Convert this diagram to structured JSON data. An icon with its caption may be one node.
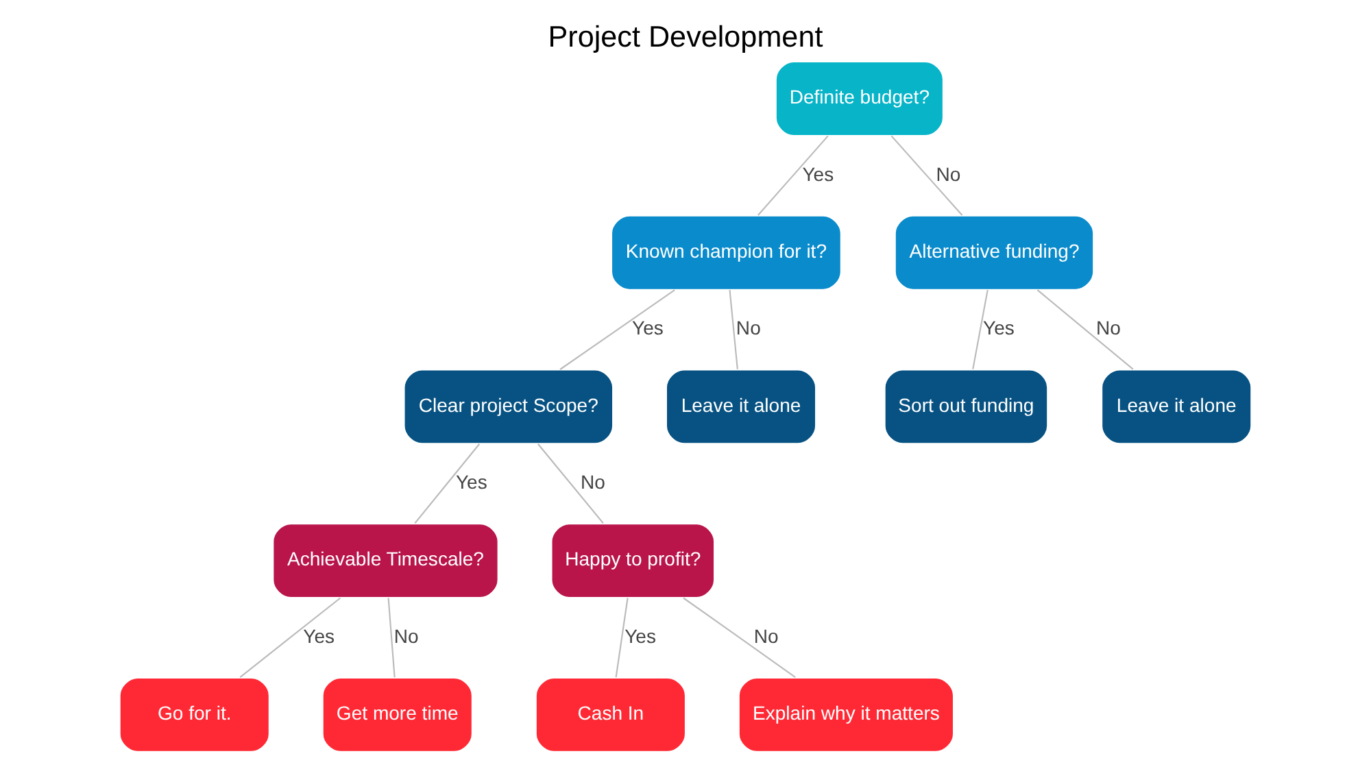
{
  "diagram": {
    "title": "Project Development",
    "nodes": [
      {
        "text": [
          "Definite budget?"
        ]
      },
      {
        "text": [
          "Known champion for it?"
        ]
      },
      {
        "text": [
          "Alternative funding?"
        ]
      },
      {
        "text": [
          "Clear project Scope?"
        ]
      },
      {
        "text": [
          "Leave it alone"
        ]
      },
      {
        "text": [
          "Sort out funding"
        ]
      },
      {
        "text": [
          "Leave it alone"
        ]
      },
      {
        "text": [
          "Achievable Timescale?"
        ]
      },
      {
        "text": [
          "Happy to profit?"
        ]
      },
      {
        "text": [
          "Go for it."
        ]
      },
      {
        "text": [
          "Get more time"
        ]
      },
      {
        "text": [
          "Cash In"
        ]
      },
      {
        "text": [
          "Explain why it matters"
        ]
      }
    ],
    "edges": [
      {
        "from": 0,
        "to": 1,
        "arrow": "none",
        "label": "Yes"
      },
      {
        "from": 0,
        "to": 2,
        "arrow": "none",
        "label": "No"
      },
      {
        "from": 1,
        "to": 3,
        "arrow": "none",
        "label": "Yes"
      },
      {
        "from": 1,
        "to": 4,
        "arrow": "none",
        "label": "No"
      },
      {
        "from": 2,
        "to": 5,
        "arrow": "none",
        "label": "Yes"
      },
      {
        "from": 2,
        "to": 6,
        "arrow": "none",
        "label": "No"
      },
      {
        "from": 3,
        "to": 7,
        "arrow": "none",
        "label": "Yes"
      },
      {
        "from": 3,
        "to": 8,
        "arrow": "none",
        "label": "No"
      },
      {
        "from": 7,
        "to": 9,
        "arrow": "none",
        "label": "Yes"
      },
      {
        "from": 7,
        "to": 10,
        "arrow": "none",
        "label": "No"
      },
      {
        "from": 8,
        "to": 11,
        "arrow": "none",
        "label": "Yes"
      },
      {
        "from": 8,
        "to": 12,
        "arrow": "none",
        "label": "No"
      }
    ]
  }
}
